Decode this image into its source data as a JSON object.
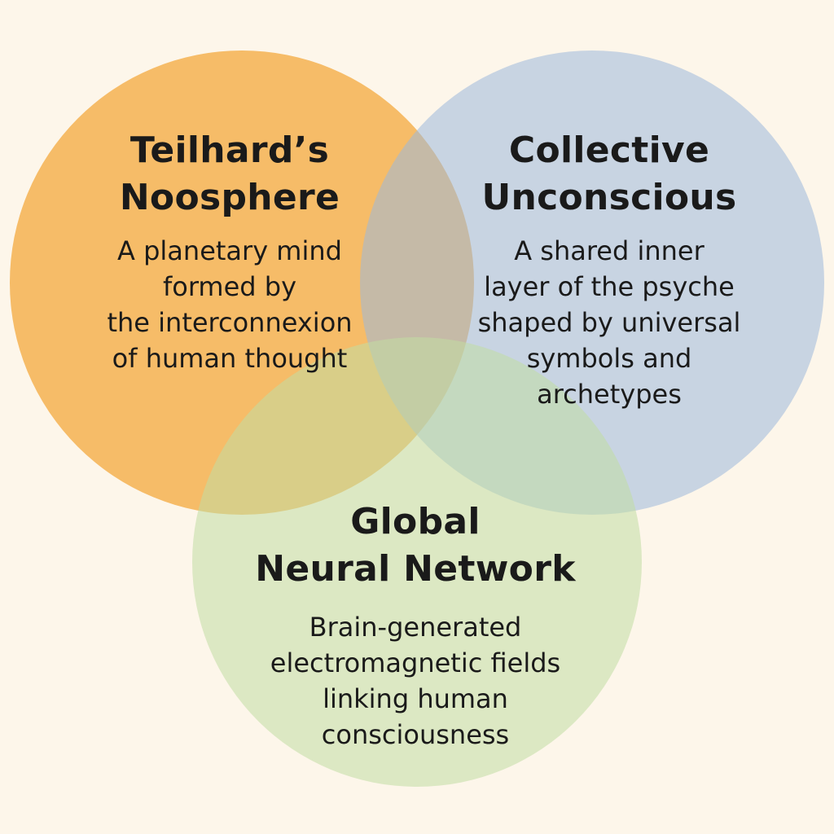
{
  "background_color": "#FDF6EA",
  "sets": [
    {
      "id": "noosphere",
      "title_lines": [
        "Teilhard’s",
        "Noosphere"
      ],
      "description_lines": [
        "A planetary mind",
        "formed by",
        "the interconnexion",
        "of human thought"
      ],
      "color": "#F6BC68"
    },
    {
      "id": "collective-unconscious",
      "title_lines": [
        "Collective",
        "Unconscious"
      ],
      "description_lines": [
        "A shared inner",
        "layer of the psyche",
        "shaped by universal",
        "symbols and",
        "archetypes"
      ],
      "color": "#9DB8DA"
    },
    {
      "id": "global-neural-network",
      "title_lines": [
        "Global",
        "Neural Network"
      ],
      "description_lines": [
        "Brain-generated",
        "electromagnetic fields",
        "linking human",
        "consciousness"
      ],
      "color": "#C1DCA3"
    }
  ]
}
